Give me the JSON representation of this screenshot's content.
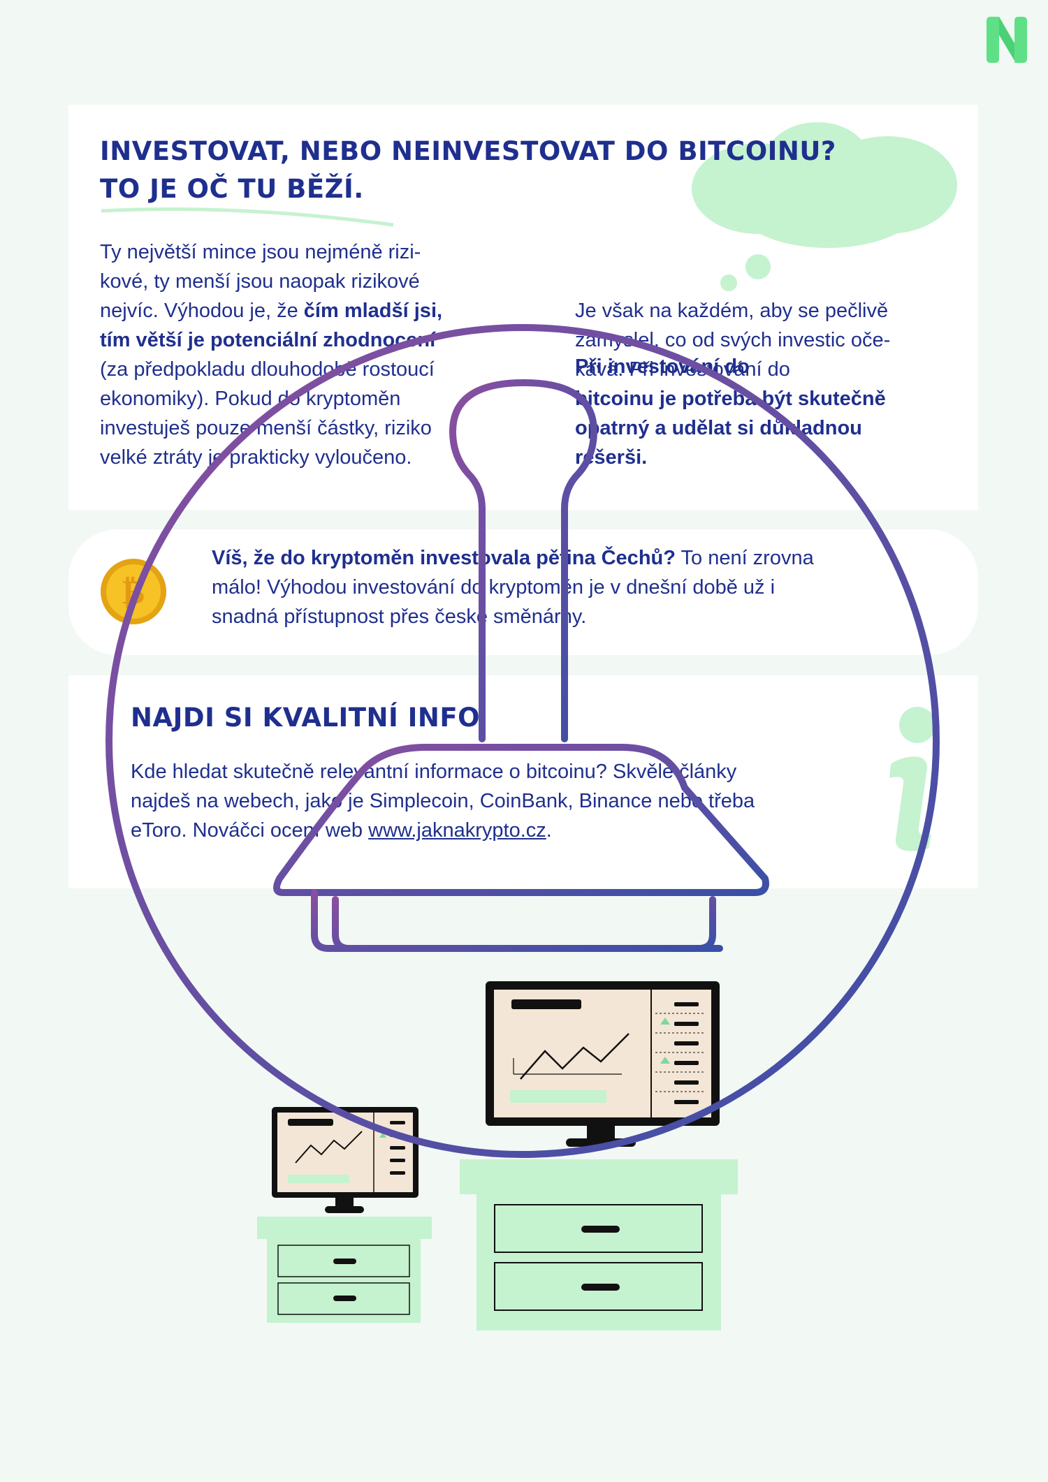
{
  "brand": {
    "logo_letter": "N",
    "accent": "#5fe087"
  },
  "section1": {
    "title_line1": "INVESTOVAT, NEBO NEINVESTOVAT DO BITCOINU?",
    "title_line2": "TO JE OČ TU BĚŽÍ.",
    "left": {
      "l1": "Ty největší mince jsou nejméně rizi-",
      "l2": "kové, ty menší jsou naopak rizikové",
      "l3a": "nejvíc. Výhodou je, že ",
      "l3b": "čím mladší jsi,",
      "l4": "tím větší je potenciální zhodnocení",
      "l5": "(za předpokladu dlouhodobě rostoucí",
      "l6": "ekonomiky). Pokud do kryptoměn",
      "l7": "investuješ pouze menší částky, riziko",
      "l8": "velké ztráty je prakticky vyloučeno."
    },
    "right": {
      "l1": "Je však na každém, aby se pečlivě",
      "l2": "zamyslel, co od svých investic oče-",
      "l3": "kává. Při investování do",
      "l3b": "Při investování do",
      "l4": "bitcoinu je potřeba být skutečně",
      "l5": "opatrný a udělat si důkladnou",
      "l6": "rešerši."
    }
  },
  "section2": {
    "bold": "Víš, že do kryptoměn investovala pětina Čechů?",
    "rest1": " To není zrovna",
    "l2": "málo! Výhodou investování do kryptoměn je v dnešní době už i",
    "l3": "snadná přístupnost přes české směnárny."
  },
  "section3": {
    "title": "NAJDI SI KVALITNÍ INFO",
    "l1": "Kde hledat skutečně relevantní informace o bitcoinu? Skvělé články",
    "l2": "najdeš na webech, jako je Simplecoin, CoinBank, Binance nebo třeba",
    "l3a": "eToro. Nováčci ocení web ",
    "link": "www.jaknakrypto.cz",
    "l3c": "."
  },
  "colors": {
    "navy": "#1f2f8e",
    "mint": "#c5f2cf",
    "stamp_start": "#8a4fa0",
    "stamp_end": "#3a4fa6"
  }
}
